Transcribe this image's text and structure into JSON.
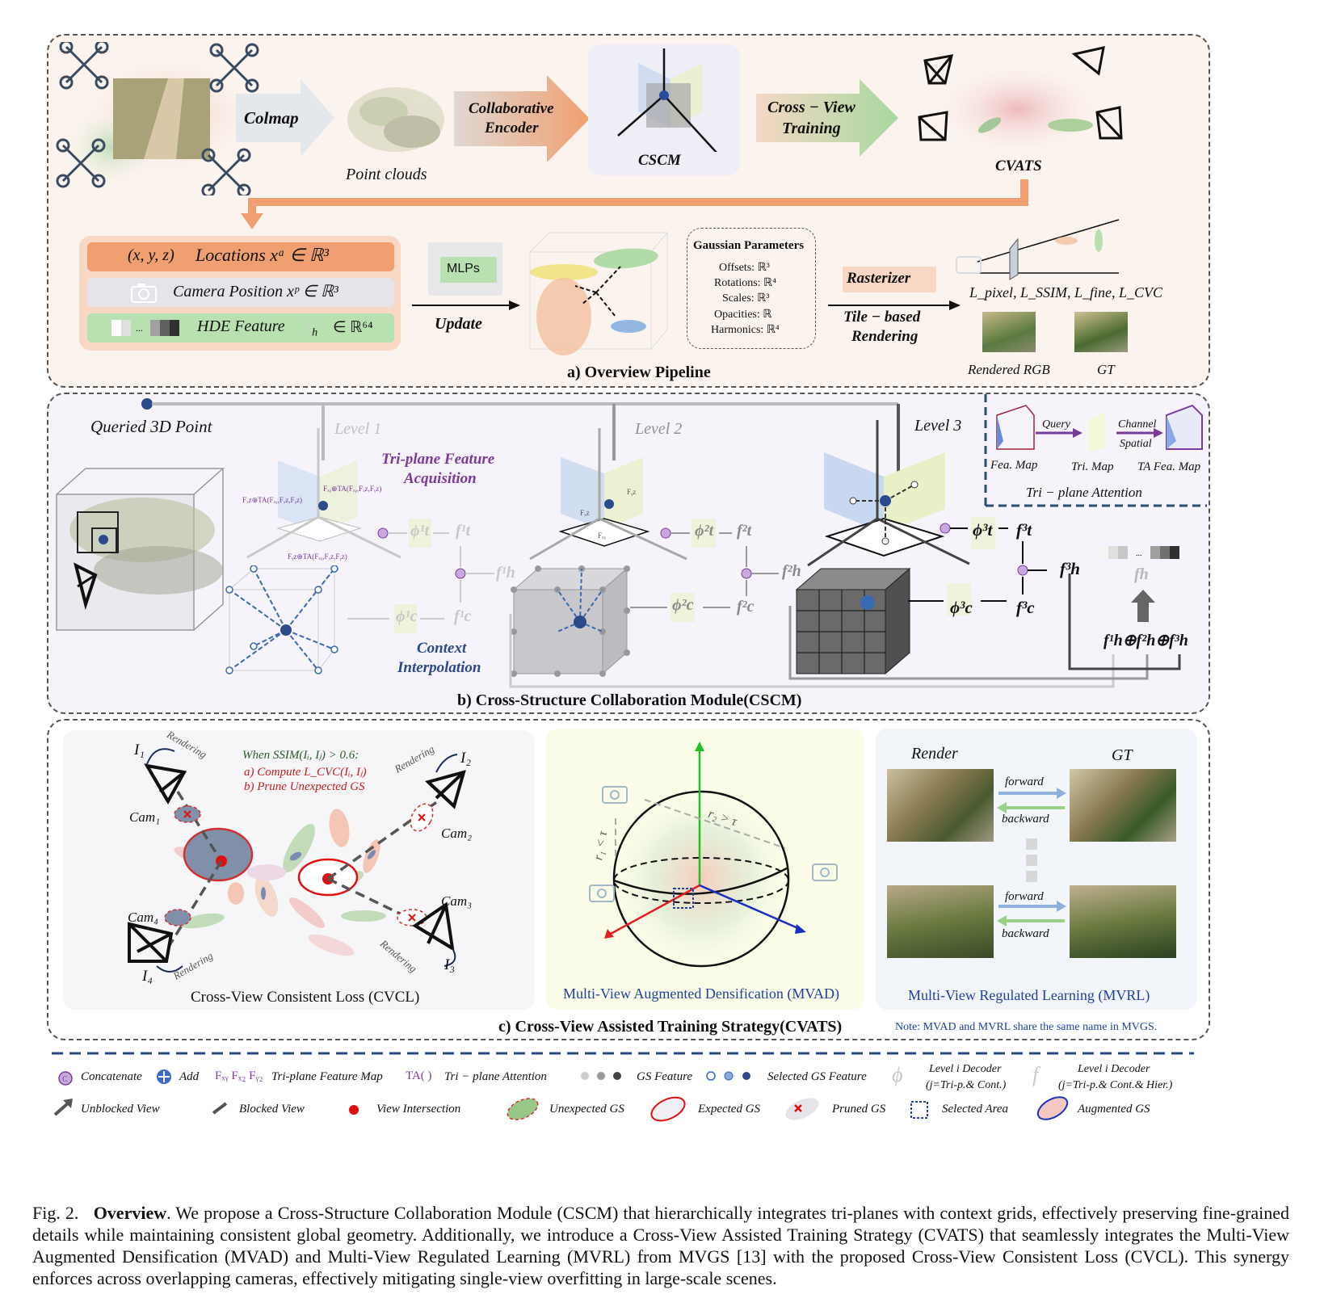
{
  "panel_a": {
    "title": "a) Overview Pipeline",
    "colmap": "Colmap",
    "point_clouds": "Point clouds",
    "collab_encoder_1": "Collaborative",
    "collab_encoder_2": "Encoder",
    "cscm": "CSCM",
    "cross_view_1": "Cross − View",
    "cross_view_2": "Training",
    "cvats": "CVATS",
    "loc_prefix": "(x, y, z)",
    "loc_label": "Locations xᵃ ∈ ℝ³",
    "cam_label": "Camera Position xᵖ ∈ ℝ³",
    "hde_label": "HDE Feature",
    "hde_sup": "∈ ℝ⁶⁴",
    "mlps": "MLPs",
    "update": "Update",
    "gp_title": "Gaussian Parameters",
    "gp_items": [
      "Offsets: ℝ³",
      "Rotations: ℝ⁴",
      "Scales: ℝ³",
      "Opacities: ℝ",
      "Harmonics: ℝ⁴"
    ],
    "rasterizer": "Rasterizer",
    "tile_1": "Tile − based",
    "tile_2": "Rendering",
    "losses": "L_pixel, L_SSIM, L_fine, L_CVC",
    "rendered_rgb": "Rendered RGB",
    "gt": "GT"
  },
  "panel_b": {
    "title": "b) Cross-Structure Collaboration Module(CSCM)",
    "queried": "Queried 3D Point",
    "level1": "Level 1",
    "level2": "Level 2",
    "level3": "Level 3",
    "triplane_acq_1": "Tri-plane Feature",
    "triplane_acq_2": "Acquisition",
    "context_1": "Context",
    "context_2": "Interpolation",
    "query": "Query",
    "channel": "Channel",
    "spatial": "Spatial",
    "fea_map": "Fea. Map",
    "tri_map": "Tri. Map",
    "ta_fea_map": "TA Fea. Map",
    "tri_plane_attention": "Tri − plane Attention",
    "phi_t1": "ϕ¹t",
    "f_t1": "f¹t",
    "phi_c1": "ϕ¹c",
    "f_c1": "f¹c",
    "f_h1": "f¹h",
    "phi_t2": "ϕ²t",
    "f_t2": "f²t",
    "phi_c2": "ϕ²c",
    "f_c2": "f²c",
    "f_h2": "f²h",
    "phi_t3": "ϕ³t",
    "f_t3": "f³t",
    "phi_c3": "ϕ³c",
    "f_c3": "f³c",
    "f_h3": "f³h",
    "f_h": "fh",
    "sum": "f¹h⊕f²h⊕f³h"
  },
  "panel_c": {
    "title": "c) Cross-View Assisted Training Strategy(CVATS)",
    "note": "Note: MVAD and MVRL share the same name in MVGS.",
    "when": "When SSIM(Iᵢ, Iⱼ) > 0.6:",
    "compute": "a) Compute L_CVC(Iᵢ, Iⱼ)",
    "prune": "b) Prune Unexpected GS",
    "rendering": "Rendering",
    "i1": "I₁",
    "i2": "I₂",
    "i3": "I₃",
    "i4": "I₄",
    "cam1": "Cam₁",
    "cam2": "Cam₂",
    "cam3": "Cam₃",
    "cam4": "Cam₄",
    "cvcl": "Cross-View Consistent Loss (CVCL)",
    "r1": "r₁ < τ",
    "r2": "r₂ > τ",
    "mvad": "Multi-View Augmented Densification (MVAD)",
    "render": "Render",
    "gt": "GT",
    "forward": "forward",
    "backward": "backward",
    "mvrl": "Multi-View Regulated Learning (MVRL)"
  },
  "legend": {
    "concatenate": "Concatenate",
    "add": "Add",
    "fxy": "Fₓᵧ Fₓ₂ Fᵧ₂",
    "triplane_map": "Tri-plane Feature Map",
    "ta": "TA( )",
    "triplane_att": "Tri − plane  Attention",
    "gs_feature": "GS Feature",
    "selected_gs": "Selected GS Feature",
    "level_dec_1": "Level i Decoder",
    "level_dec_1b": "(j=Tri-p.& Cont.)",
    "level_dec_2": "Level i Decoder",
    "level_dec_2b": "(j=Tri-p.& Cont.& Hier.)",
    "unblocked": "Unblocked View",
    "blocked": "Blocked View",
    "view_int": "View Intersection",
    "unexpected": "Unexpected GS",
    "expected": "Expected GS",
    "pruned": "Pruned GS",
    "selected_area": "Selected Area",
    "augmented": "Augmented GS"
  },
  "caption": {
    "fig": "Fig. 2.",
    "bold": "Overview",
    "text": ". We propose a Cross-Structure Collaboration Module (CSCM) that hierarchically integrates tri-planes with context grids, effectively preserving fine-grained details while maintaining consistent global geometry. Additionally, we introduce a Cross-View Assisted Training Strategy (CVATS) that seamlessly integrates the Multi-View Augmented Densification (MVAD) and Multi-View Regulated Learning (MVRL) from MVGS [13] with the proposed Cross-View Consistent Loss (CVCL). This synergy enforces across overlapping cameras, effectively mitigating single-view overfitting in large-scale scenes."
  },
  "colors": {
    "orange": "#f0a070",
    "green": "#a8d8a0",
    "purple": "#7a3a9a",
    "blue_text": "#2040a0",
    "dash_blue": "#2a4a7a"
  }
}
